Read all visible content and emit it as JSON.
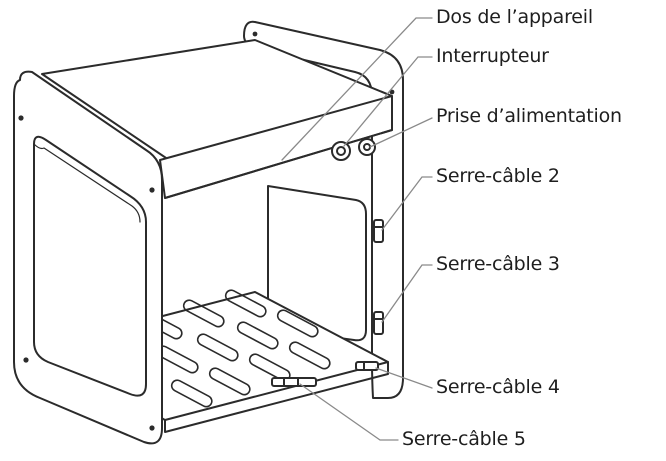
{
  "labels": {
    "back": "Dos de l’appareil",
    "switch": "Interrupteur",
    "socket": "Prise d’alimentation",
    "clip2": "Serre-câble 2",
    "clip3": "Serre-câble 3",
    "clip4": "Serre-câble 4",
    "clip5": "Serre-câble 5"
  },
  "colors": {
    "line": "#2b2b2b",
    "leader": "#8a8a8a",
    "fill": "#ffffff"
  }
}
